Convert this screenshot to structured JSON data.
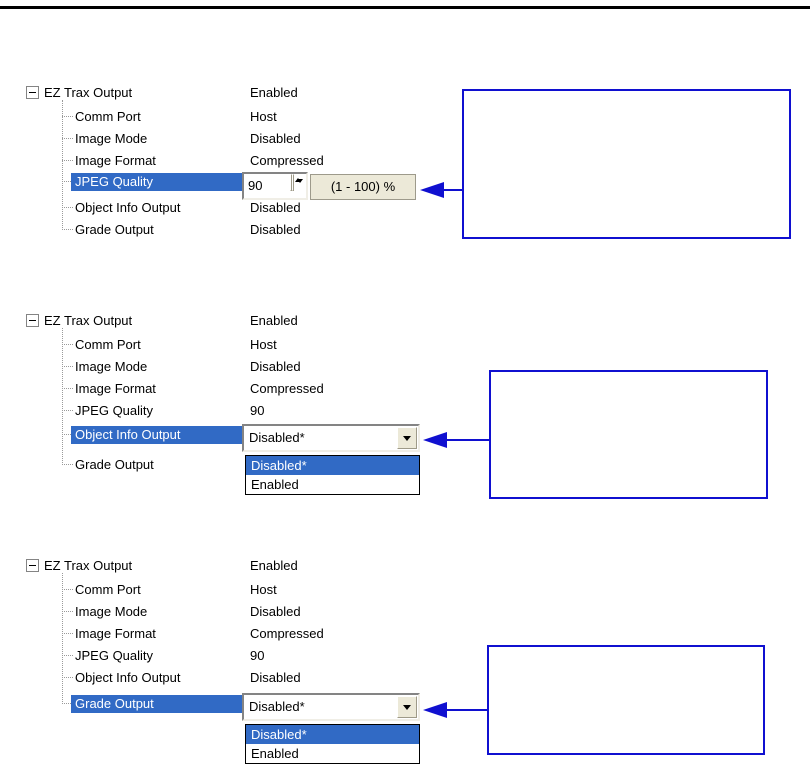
{
  "colors": {
    "selection_highlight": "#316AC5",
    "callout_blue": "#1010D0"
  },
  "panels": [
    {
      "tree": {
        "root": {
          "label": "EZ Trax Output",
          "value": "Enabled"
        },
        "children": [
          {
            "label": "Comm Port",
            "value": "Host"
          },
          {
            "label": "Image Mode",
            "value": "Disabled"
          },
          {
            "label": "Image Format",
            "value": "Compressed"
          },
          {
            "label": "JPEG Quality",
            "selected": true,
            "control": {
              "type": "spinner",
              "value": "90",
              "range_label": "(1 - 100) %"
            }
          },
          {
            "label": "Object Info Output",
            "value": "Disabled"
          },
          {
            "label": "Grade Output",
            "value": "Disabled"
          }
        ]
      },
      "callout": {
        "text": ""
      }
    },
    {
      "tree": {
        "root": {
          "label": "EZ Trax Output",
          "value": "Enabled"
        },
        "children": [
          {
            "label": "Comm Port",
            "value": "Host"
          },
          {
            "label": "Image Mode",
            "value": "Disabled"
          },
          {
            "label": "Image Format",
            "value": "Compressed"
          },
          {
            "label": "JPEG Quality",
            "value": "90"
          },
          {
            "label": "Object Info Output",
            "selected": true,
            "control": {
              "type": "combo",
              "value": "Disabled*",
              "options": [
                "Disabled*",
                "Enabled"
              ],
              "selected_option": "Disabled*"
            }
          },
          {
            "label": "Grade Output",
            "value": ""
          }
        ]
      },
      "callout": {
        "text": ""
      }
    },
    {
      "tree": {
        "root": {
          "label": "EZ Trax Output",
          "value": "Enabled"
        },
        "children": [
          {
            "label": "Comm Port",
            "value": "Host"
          },
          {
            "label": "Image Mode",
            "value": "Disabled"
          },
          {
            "label": "Image Format",
            "value": "Compressed"
          },
          {
            "label": "JPEG Quality",
            "value": "90"
          },
          {
            "label": "Object Info Output",
            "value": "Disabled"
          },
          {
            "label": "Grade Output",
            "selected": true,
            "control": {
              "type": "combo",
              "value": "Disabled*",
              "options": [
                "Disabled*",
                "Enabled"
              ],
              "selected_option": "Disabled*"
            }
          }
        ]
      },
      "callout": {
        "text": ""
      }
    }
  ]
}
